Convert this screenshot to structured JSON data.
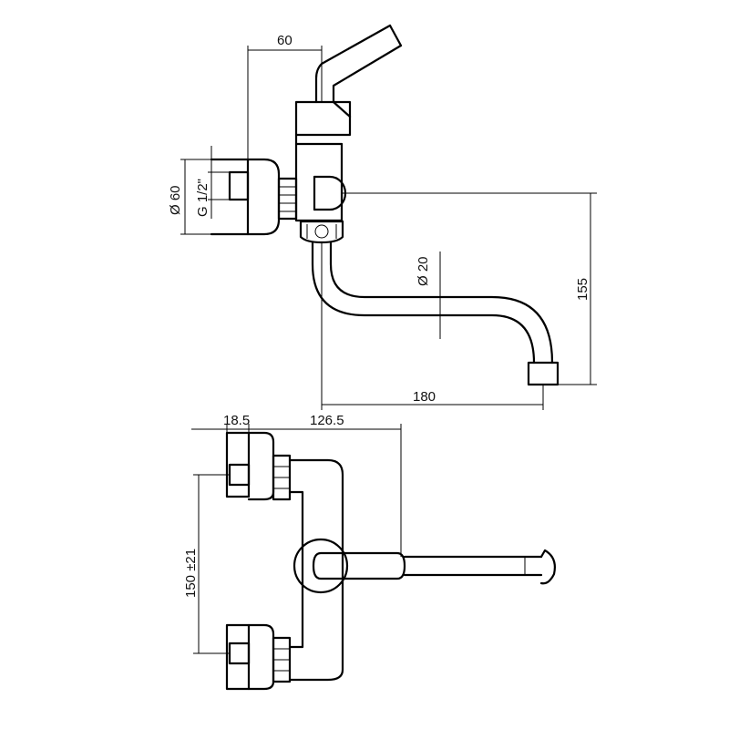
{
  "dimensions": {
    "mount_offset": "60",
    "body_diameter": "Ø 60",
    "thread": "G 1/2\"",
    "pipe_diameter": "Ø 20",
    "spout_height": "155",
    "spout_reach": "180",
    "body_depth": "18.5",
    "spout_length": "126.5",
    "centers": "150 ±21"
  }
}
